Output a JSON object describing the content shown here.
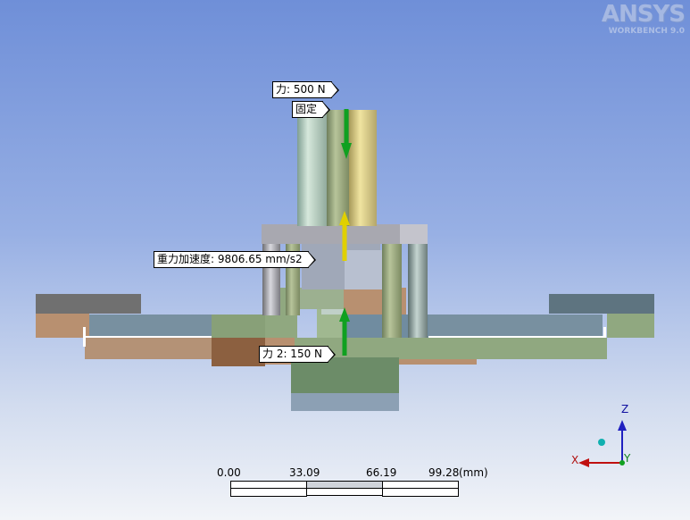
{
  "logo": {
    "name": "ANSYS",
    "sub": "WORKBENCH 9.0"
  },
  "labels": {
    "force1": "力: 500 N",
    "fixed": "固定",
    "gravity": "重力加速度: 9806.65 mm/s2",
    "force2": "力 2: 150 N"
  },
  "scale": {
    "ticks": [
      "0.00",
      "33.09",
      "66.19",
      "99.28"
    ],
    "unit": "(mm)"
  },
  "triad": {
    "z": "Z",
    "x": "X",
    "y": "Y"
  },
  "icons": {
    "force_arrow": "green-arrow-icon",
    "gravity_arrow": "yellow-arrow-icon",
    "triad": "axis-triad-icon"
  },
  "colors": {
    "force_arrow": "#10a020",
    "gravity_arrow": "#e0d000",
    "background_top": "#6f8fd8",
    "background_bottom": "#f2f4f8"
  }
}
